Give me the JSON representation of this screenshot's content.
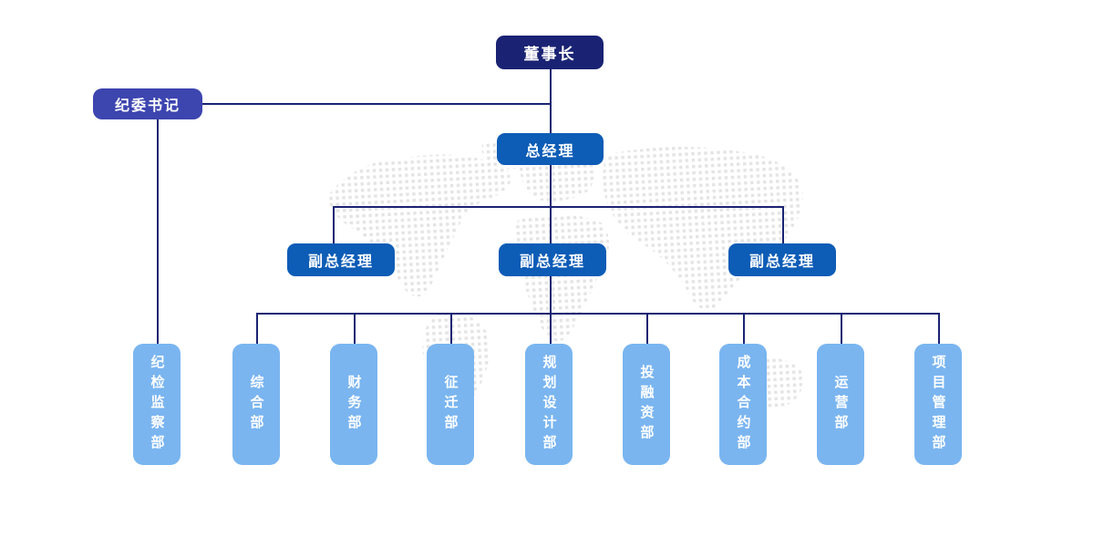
{
  "org_chart": {
    "chairman": {
      "label": "董事长"
    },
    "secretary": {
      "label": "纪委书记"
    },
    "general_manager": {
      "label": "总经理"
    },
    "deputies": [
      {
        "label": "副总经理"
      },
      {
        "label": "副总经理"
      },
      {
        "label": "副总经理"
      }
    ],
    "departments": [
      {
        "label": "纪检监察部"
      },
      {
        "label": "综合部"
      },
      {
        "label": "财务部"
      },
      {
        "label": "征迁部"
      },
      {
        "label": "规划设计部"
      },
      {
        "label": "投融资部"
      },
      {
        "label": "成本合约部"
      },
      {
        "label": "运营部"
      },
      {
        "label": "项目管理部"
      }
    ],
    "colors": {
      "chairman_bg": "#1a2373",
      "secretary_bg": "#3d45af",
      "manager_bg": "#0d5cb6",
      "department_bg": "#7ab5f0",
      "line_color": "#1a2373",
      "node_text": "#ffffff",
      "map_dot": "#e4e4e4"
    }
  }
}
